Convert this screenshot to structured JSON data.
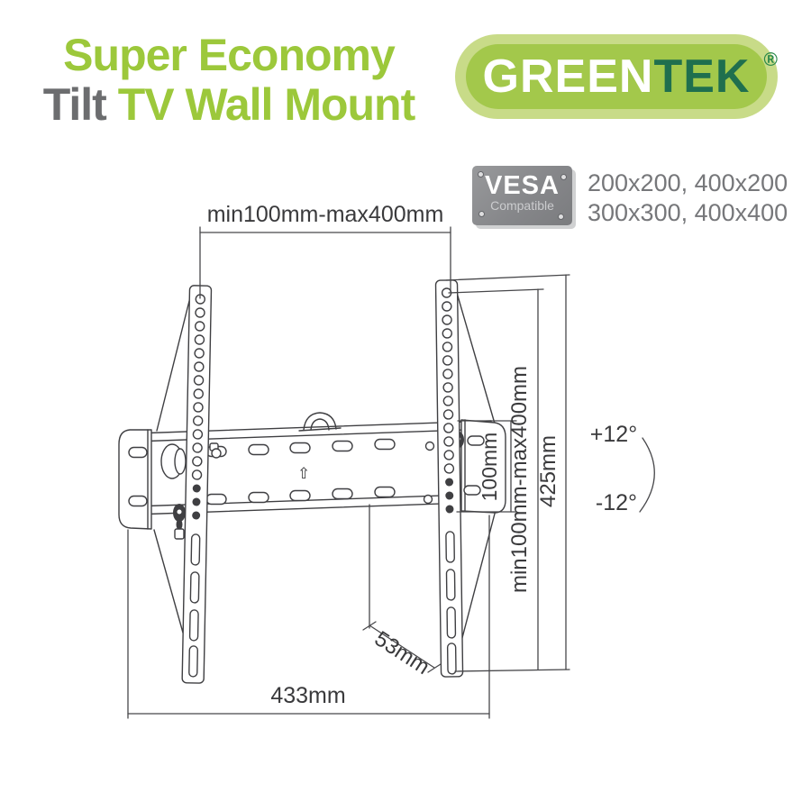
{
  "header": {
    "title_line1": "Super Economy",
    "title_line2_prefix": "Tilt",
    "title_line2_rest": " TV Wall Mount",
    "title_green_color": "#9cc83b",
    "title_gray_color": "#6c6d6f"
  },
  "logo": {
    "part1": "GREEN",
    "part2": "TEK",
    "registered": "®",
    "outer_color": "#c8db88",
    "inner_color": "#a3c84b",
    "tek_color": "#1f6f4e"
  },
  "vesa": {
    "badge_title": "VESA",
    "badge_subtitle": "Compatible",
    "sizes_line1": "200x200, 400x200",
    "sizes_line2": "300x300, 400x400"
  },
  "diagram": {
    "dim_top_width": "min100mm-max400mm",
    "dim_plate_height": "100mm",
    "dim_vesa_height": "min100mm-max400mm",
    "dim_bracket_height": "425mm",
    "dim_depth": "53mm",
    "dim_total_width": "433mm",
    "tilt_up": "+12°",
    "tilt_down": "-12°",
    "up_arrow": "⇧"
  }
}
